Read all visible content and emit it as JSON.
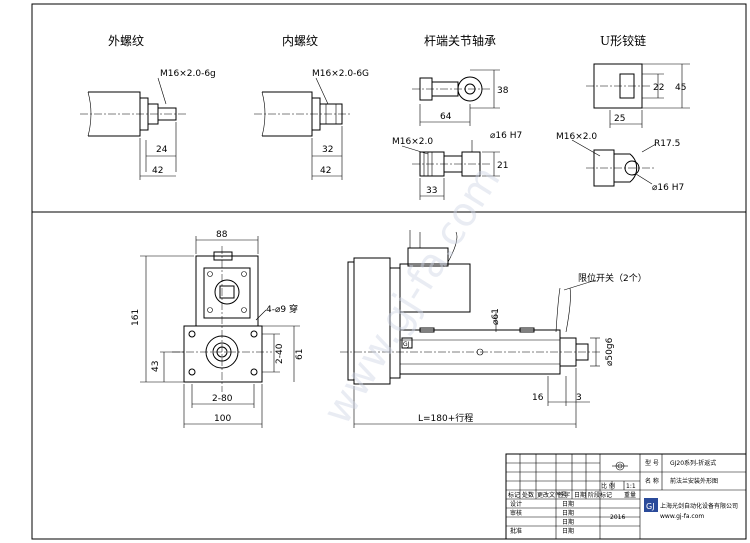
{
  "top_views": {
    "external_thread": {
      "title": "外螺纹",
      "thread": "M16×2.0-6g",
      "dim_a": "24",
      "dim_b": "42"
    },
    "internal_thread": {
      "title": "内螺纹",
      "thread": "M16×2.0-6G",
      "dim_a": "32",
      "dim_b": "42"
    },
    "rod_end": {
      "title": "杆端关节轴承",
      "dim_len": "64",
      "dim_h": "38",
      "thread": "M16×2.0",
      "hole": "⌀16 H7",
      "dim_w": "21",
      "dim_l2": "33"
    },
    "clevis": {
      "title": "U形铰链",
      "dim_a": "22",
      "dim_b": "45",
      "dim_c": "25",
      "thread": "M16×2.0",
      "radius": "R17.5",
      "hole": "⌀16 H7"
    }
  },
  "front_view": {
    "width": "88",
    "height": "161",
    "holes": "4-⌀9 穿",
    "spacing_v": "2-40",
    "base_h": "61",
    "offset": "43",
    "spacing_h": "2-80",
    "base_w": "100"
  },
  "side_view": {
    "limit_switch": "限位开关（2个）",
    "rod_dia": "⌀61",
    "shaft_dia": "⌀50g6",
    "dim_16": "16",
    "dim_3": "3",
    "total_len": "L=180+行程"
  },
  "title_block": {
    "model_label": "型 号",
    "model_value": "GJ20系列-折返式",
    "name_label": "名 称",
    "name_value": "前法兰安装外形图",
    "scale_label": "比 例",
    "scale_value": "1:1",
    "col_headers": [
      "标记",
      "处数",
      "更改文件号",
      "签字",
      "日期",
      "阶段标记",
      "重量"
    ],
    "rows": [
      "设计",
      "审核",
      "批准"
    ],
    "date_label": "日期",
    "year": "2016",
    "company": "上海光剑自动化设备有限公司",
    "website": "www.gj-fa.com",
    "logo": "GJ"
  },
  "watermark": "www.gj-fa.com"
}
